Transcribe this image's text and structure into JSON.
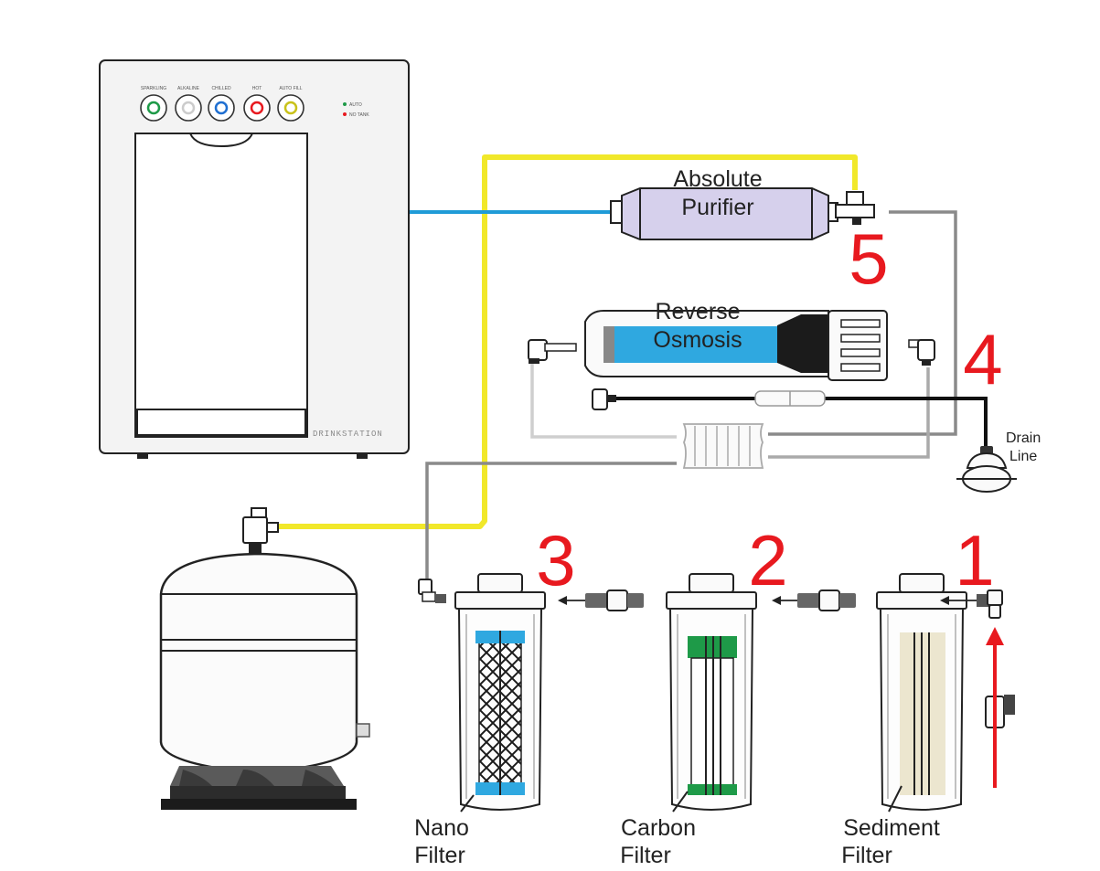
{
  "dispenser": {
    "buttons": [
      "SPARKLING",
      "ALKALINE",
      "CHILLED",
      "HOT",
      "AUTO FILL"
    ],
    "indicators": [
      "AUTO",
      "NO TANK"
    ],
    "brand": "DRINKSTATION"
  },
  "stages": [
    {
      "number": "1",
      "label_line1": "Sediment",
      "label_line2": "Filter"
    },
    {
      "number": "2",
      "label_line1": "Carbon",
      "label_line2": "Filter"
    },
    {
      "number": "3",
      "label_line1": "Nano",
      "label_line2": "Filter"
    },
    {
      "number": "4",
      "label_line1": "Reverse",
      "label_line2": "Osmosis"
    },
    {
      "number": "5",
      "label_line1": "Absolute",
      "label_line2": "Purifier"
    }
  ],
  "drain": {
    "label_line1": "Drain",
    "label_line2": "Line"
  },
  "colors": {
    "stage_number": "#e8191f",
    "hot_water_line": "#f1e82a",
    "product_line": "#1f9bd7",
    "ro_membrane": "#2fa8e0",
    "purifier_body": "#d6d0ec",
    "carbon_block": "#1e9a48",
    "nano_band": "#2fa8e0",
    "flow_arrow": "#e8191f"
  }
}
